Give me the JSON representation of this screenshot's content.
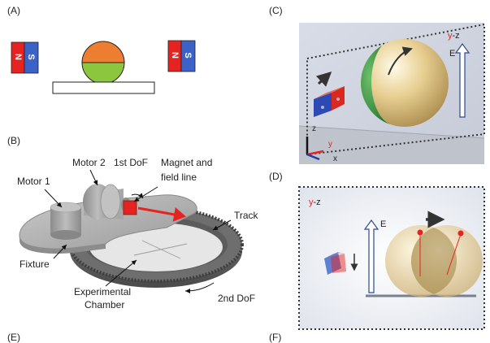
{
  "panels": {
    "a": {
      "label": "(A)",
      "magnet_left_n": "N",
      "magnet_left_s": "S",
      "magnet_right_n": "N",
      "magnet_right_s": "S"
    },
    "b": {
      "label": "(B)",
      "motor1": "Motor 1",
      "motor2": "Motor 2",
      "dof1": "1st DoF",
      "magnet_line1": "Magnet and",
      "magnet_line2": "field line",
      "track": "Track",
      "fixture": "Fixture",
      "chamber_line1": "Experimental",
      "chamber_line2": "Chamber",
      "dof2": "2nd DoF"
    },
    "c": {
      "label": "(C)",
      "plane_y": "y",
      "plane_z": "-z",
      "field": "E",
      "axis_z": "z",
      "axis_y": "y",
      "axis_x": "x"
    },
    "d": {
      "label": "(D)",
      "plane_y": "y",
      "plane_z": "-z",
      "field": "E"
    },
    "e": {
      "label": "(E)"
    },
    "f": {
      "label": "(F)"
    }
  },
  "colors": {
    "north": "#e52421",
    "south": "#3b63c7",
    "hemisphere_top": "#ed7d31",
    "hemisphere_bottom": "#8cc63f",
    "field_arrow": "#e52421",
    "accent_red": "#e52421"
  }
}
